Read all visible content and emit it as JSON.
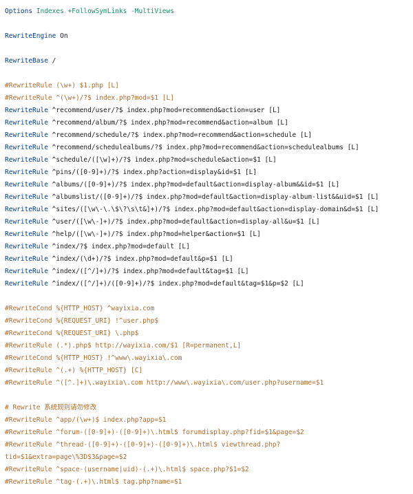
{
  "lines": [
    {
      "type": "directive",
      "keyword": "Options",
      "rest": "Indexes +FollowSymLinks -MultiViews",
      "restClass": "arg"
    },
    {
      "type": "blank"
    },
    {
      "type": "directive",
      "keyword": "RewriteEngine",
      "rest": "On",
      "restClass": "plain"
    },
    {
      "type": "blank"
    },
    {
      "type": "directive",
      "keyword": "RewriteBase",
      "rest": "/",
      "restClass": "plain"
    },
    {
      "type": "blank"
    },
    {
      "type": "comment",
      "text": "#RewriteRule (\\w+) $1.php [L]"
    },
    {
      "type": "comment",
      "text": "#RewriteRule ^(\\w+)/?$ index.php?mod=$1 [L]"
    },
    {
      "type": "directive",
      "keyword": "RewriteRule",
      "rest": "^recommend/user/?$ index.php?mod=recommend&action=user [L]",
      "restClass": "plain"
    },
    {
      "type": "directive",
      "keyword": "RewriteRule",
      "rest": "^recommend/album/?$ index.php?mod=recommend&action=album [L]",
      "restClass": "plain"
    },
    {
      "type": "directive",
      "keyword": "RewriteRule",
      "rest": "^recommend/schedule/?$ index.php?mod=recommend&action=schedule [L]",
      "restClass": "plain"
    },
    {
      "type": "directive",
      "keyword": "RewriteRule",
      "rest": "^recommend/schedulealbums/?$ index.php?mod=recommend&action=schedulealbums [L]",
      "restClass": "plain"
    },
    {
      "type": "directive",
      "keyword": "RewriteRule",
      "rest": "^schedule/([\\w]+)/?$ index.php?mod=schedule&action=$1 [L]",
      "restClass": "plain"
    },
    {
      "type": "directive",
      "keyword": "RewriteRule",
      "rest": "^pins/([0-9]+)/?$ index.php?action=display&id=$1 [L]",
      "restClass": "plain"
    },
    {
      "type": "directive",
      "keyword": "RewriteRule",
      "rest": "^albums/([0-9]+)/?$ index.php?mod=default&action=display-album&&id=$1 [L]",
      "restClass": "plain"
    },
    {
      "type": "directive",
      "keyword": "RewriteRule",
      "rest": "^albumslist/([0-9]+)/?$ index.php?mod=default&action=display-album-list&&uid=$1 [L]",
      "restClass": "plain"
    },
    {
      "type": "directive",
      "keyword": "RewriteRule",
      "rest": "^sites/([\\w\\-\\.\\$\\?\\s\\t&]+)/?$ index.php?mod=default&action=display-domain&d=$1 [L]",
      "restClass": "plain"
    },
    {
      "type": "directive",
      "keyword": "RewriteRule",
      "rest": "^user/([\\w\\-]+)/?$ index.php?mod=default&action=display-all&u=$1 [L]",
      "restClass": "plain"
    },
    {
      "type": "directive",
      "keyword": "RewriteRule",
      "rest": "^help/([\\w\\-]+)/?$ index.php?mod=helper&action=$1 [L]",
      "restClass": "plain"
    },
    {
      "type": "directive",
      "keyword": "RewriteRule",
      "rest": "^index/?$ index.php?mod=default [L]",
      "restClass": "plain"
    },
    {
      "type": "directive",
      "keyword": "RewriteRule",
      "rest": "^index/(\\d+)/?$ index.php?mod=default&p=$1 [L]",
      "restClass": "plain"
    },
    {
      "type": "directive",
      "keyword": "RewriteRule",
      "rest": "^index/([^/]+)/?$ index.php?mod=default&tag=$1 [L]",
      "restClass": "plain"
    },
    {
      "type": "directive",
      "keyword": "RewriteRule",
      "rest": "^index/([^/]+)/([0-9]+)/?$ index.php?mod=default&tag=$1&p=$2 [L]",
      "restClass": "plain"
    },
    {
      "type": "blank"
    },
    {
      "type": "comment",
      "text": "#RewriteCond %{HTTP_HOST} ^wayixia.com"
    },
    {
      "type": "comment",
      "text": "#RewriteCond %{REQUEST_URI} !^user.php$"
    },
    {
      "type": "comment",
      "text": "#RewriteCond %{REQUEST_URI} \\.php$"
    },
    {
      "type": "comment",
      "text": "#RewriteRule (.*).php$ http://wayixia.com/$1 [R=permanent,L]"
    },
    {
      "type": "comment",
      "text": "#RewriteCond %{HTTP_HOST} !^www\\.wayixia\\.com"
    },
    {
      "type": "comment",
      "text": "#RewriteRule ^(.+) %{HTTP_HOST} [C]"
    },
    {
      "type": "comment",
      "text": "#RewriteRule ^([^.]+)\\.wayixia\\.com http://www\\.wayixia\\.com/user.php?username=$1"
    },
    {
      "type": "blank"
    },
    {
      "type": "comment",
      "text": "# Rewrite 系统规则请勿修改"
    },
    {
      "type": "comment",
      "text": "#RewriteRule ^app/(\\w+)$ index.php?app=$1"
    },
    {
      "type": "comment",
      "text": "#RewriteRule ^forum-([0-9]+)-([0-9]+)\\.html$ forumdisplay.php?fid=$1&page=$2"
    },
    {
      "type": "comment",
      "text": "#RewriteRule ^thread-([0-9]+)-([0-9]+)-([0-9]+)\\.html$ viewthread.php?"
    },
    {
      "type": "comment",
      "text": "tid=$1&extra=page\\%3D$3&page=$2"
    },
    {
      "type": "comment",
      "text": "#RewriteRule ^space-(username|uid)-(.+)\\.html$ space.php?$1=$2"
    },
    {
      "type": "comment",
      "text": "#RewriteRule ^tag-(.+)\\.html$ tag.php?name=$1"
    }
  ]
}
